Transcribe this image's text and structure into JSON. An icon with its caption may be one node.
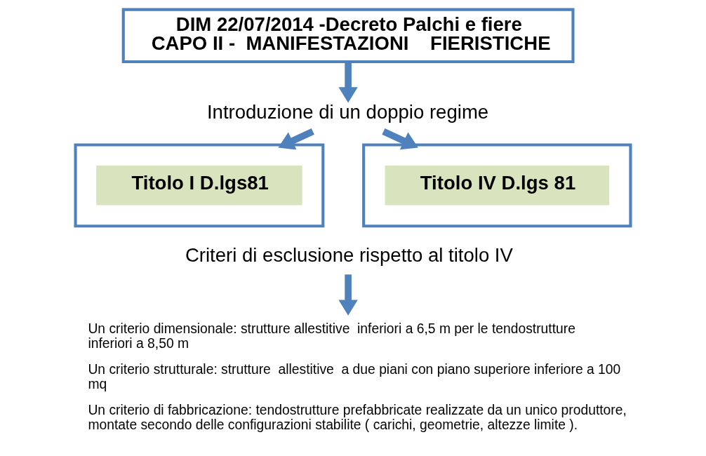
{
  "diagram": {
    "nodes": [
      {
        "text": [
          "DIM 22/07/2014 -Decreto Palchi e fiere",
          "CAPO II -  MANIFESTAZIONI    FIERISTICHE"
        ]
      },
      {
        "text": [
          "Introduzione di un doppio regime"
        ]
      },
      {
        "text": [],
        "shape": "box"
      },
      {
        "text": [
          "Titolo I D.lgs81"
        ],
        "in": 2
      },
      {
        "text": [],
        "shape": "box"
      },
      {
        "text": [
          "Titolo IV D.lgs 81"
        ],
        "in": 4
      },
      {
        "text": [
          "Criteri di esclusione rispetto al titolo IV"
        ]
      },
      {
        "text": [
          "Un criterio dimensionale: strutture allestitive  inferiori a 6,5 m per le tendostrutture inferiori a 8,50 m",
          "Un criterio strutturale: strutture  allestitive  a due piani con piano superiore inferiore a 100 mq",
          "Un criterio di fabbricazione: tendostrutture prefabbricate realizzate da un unico produttore, montate secondo delle configurazioni stabilite ( carichi, geometrie, altezze limite )."
        ]
      }
    ],
    "edges": [
      {
        "from": 0,
        "to": 1,
        "arrow": "to"
      },
      {
        "from": 1,
        "to": 2,
        "arrow": "to"
      },
      {
        "from": 1,
        "to": 4,
        "arrow": "to"
      },
      {
        "from": 6,
        "to": 7,
        "arrow": "to"
      }
    ]
  }
}
